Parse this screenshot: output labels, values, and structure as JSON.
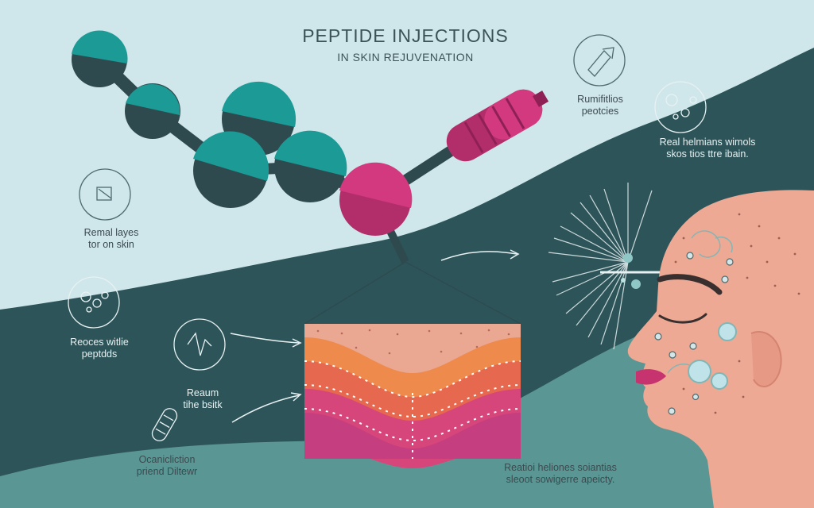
{
  "header": {
    "title": "PEPTIDE INJECTIONS",
    "subtitle": "IN SKIN REJUVENATION"
  },
  "labels": {
    "top_right_1": [
      "Rumifitlios",
      "peotcies"
    ],
    "top_right_2": [
      "Real helmians wimols",
      "skos tios ttre ibain."
    ],
    "left_1": [
      "Remal layes",
      "tor on skin"
    ],
    "left_2": [
      "Reoces witlie",
      "peptdds"
    ],
    "left_3": [
      "Reaum",
      "tihe bsitk"
    ],
    "left_4": [
      "Ocanicliction",
      "priend Diltewr"
    ],
    "bottom_right": [
      "Reatioi heliones soiantias",
      "sleoot sowigerre apeicty."
    ]
  },
  "icons": [
    "flask-icon",
    "bubbles-icon",
    "molecule-icon",
    "bacteria-icon",
    "heartbeat-icon",
    "capsule-icon"
  ],
  "colors": {
    "background": "#cfe7ea",
    "dark_teal": "#2c5459",
    "teal": "#1b9a96",
    "magenta": "#b22e6b",
    "skin": "#eda994",
    "orange_layer": "#ef8a4d"
  }
}
